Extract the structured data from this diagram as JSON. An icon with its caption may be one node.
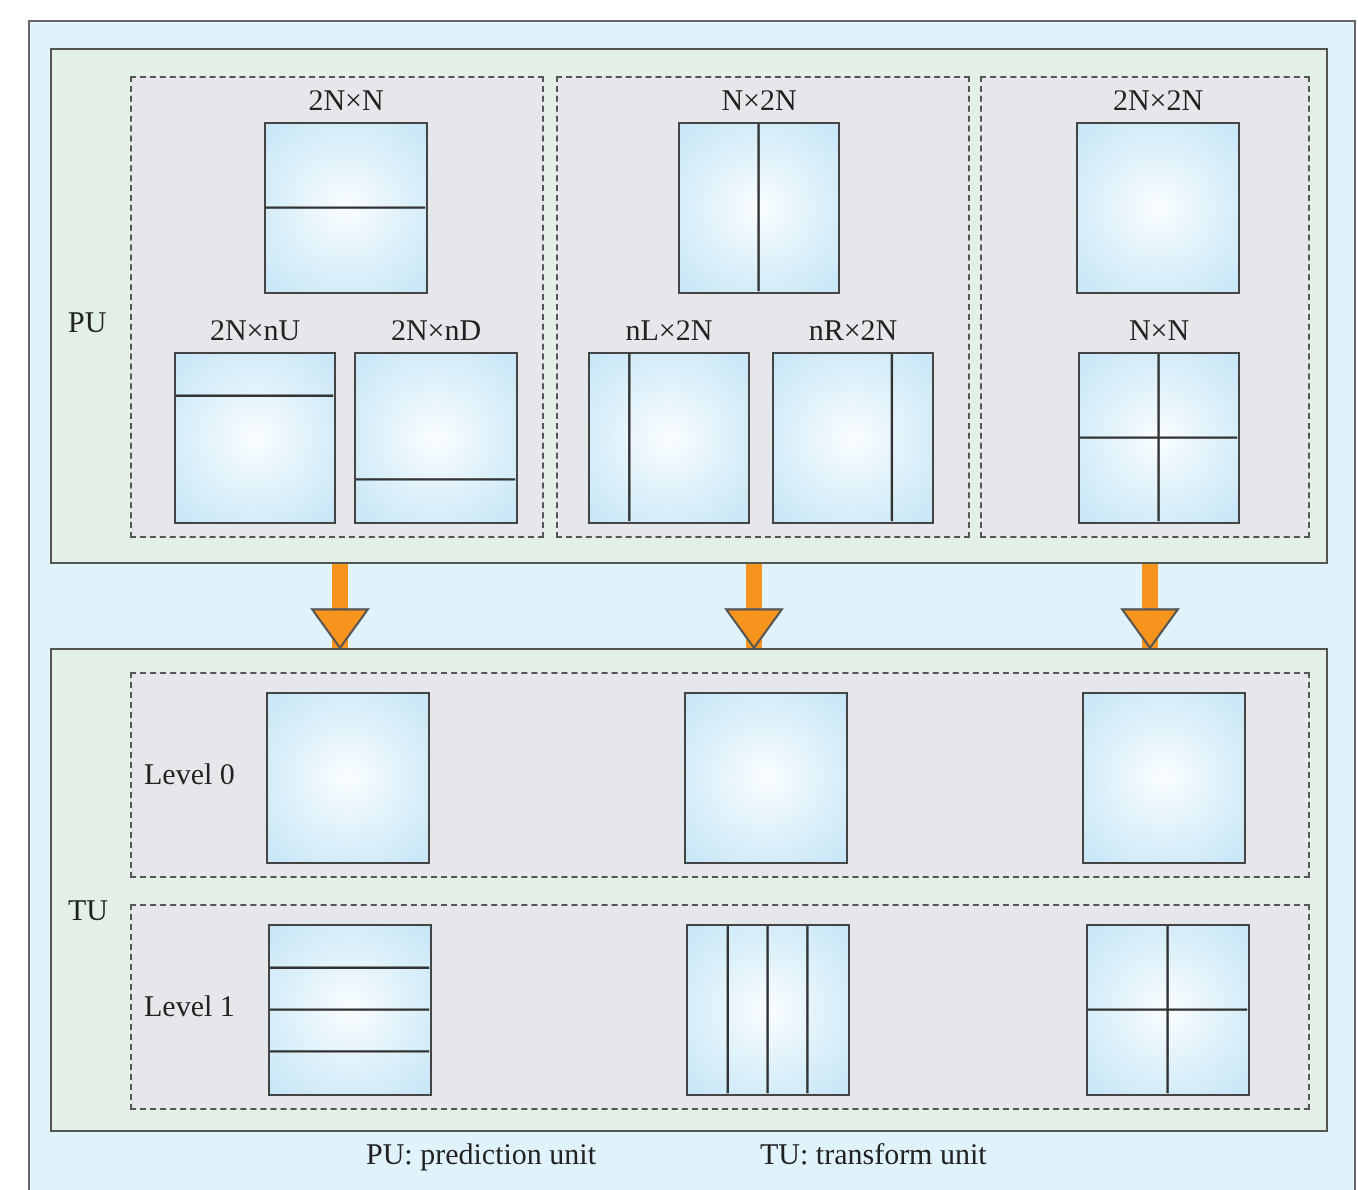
{
  "diagram": {
    "nodes": [
      {
        "text": [
          "PU"
        ]
      },
      {
        "text": [],
        "shape": "box",
        "in": 0
      },
      {
        "text": [
          "2N×N"
        ],
        "in": 1
      },
      {
        "text": [
          "2N×nU"
        ],
        "in": 1
      },
      {
        "text": [
          "2N×nD"
        ],
        "in": 1
      },
      {
        "text": [],
        "shape": "box",
        "in": 0
      },
      {
        "text": [
          "N×2N"
        ],
        "in": 5
      },
      {
        "text": [
          "nL×2N"
        ],
        "in": 5
      },
      {
        "text": [
          "nR×2N"
        ],
        "in": 5
      },
      {
        "text": [],
        "shape": "box",
        "in": 0
      },
      {
        "text": [
          "2N×2N"
        ],
        "in": 9
      },
      {
        "text": [
          "N×N"
        ],
        "in": 9
      },
      {
        "text": [
          "TU"
        ]
      },
      {
        "text": [
          "Level 0"
        ],
        "in": 12
      },
      {
        "text": [],
        "shape": "box",
        "in": 13
      },
      {
        "text": [],
        "shape": "box",
        "in": 13
      },
      {
        "text": [],
        "shape": "box",
        "in": 13
      },
      {
        "text": [
          "Level 1"
        ],
        "in": 12
      },
      {
        "text": [],
        "shape": "box",
        "in": 17
      },
      {
        "text": [],
        "shape": "box",
        "in": 17
      },
      {
        "text": [],
        "shape": "box",
        "in": 17
      }
    ],
    "edges": [
      {
        "from": 0,
        "to": 12,
        "arrow": "to"
      },
      {
        "from": 0,
        "to": 12,
        "arrow": "to"
      },
      {
        "from": 0,
        "to": 12,
        "arrow": "to"
      }
    ],
    "labels": [
      "PU: prediction unit",
      "TU: transform unit"
    ]
  }
}
